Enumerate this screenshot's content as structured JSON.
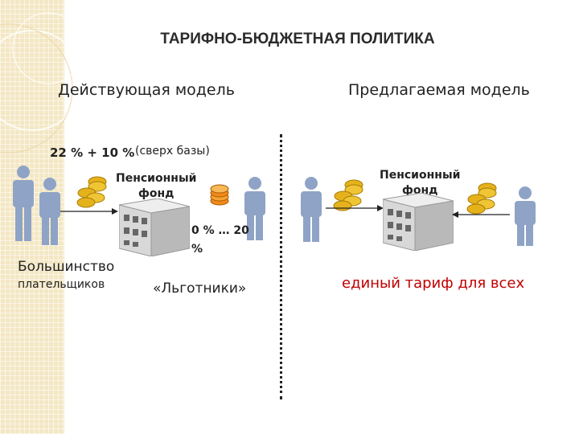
{
  "title": "ТАРИФНО-БЮДЖЕТНАЯ ПОЛИТИКА",
  "left_model": {
    "heading": "Действующая модель",
    "tariff": "22 % + 10 %",
    "tariff_note": "(сверх базы)",
    "fund_label_line1": "Пенсионный",
    "fund_label_line2": "фонд",
    "preferential_rate_line1": "0 % … 20",
    "preferential_rate_line2": "%",
    "majority_label": "Большинство",
    "payers_label": "плательщиков",
    "preferential_label": "«Льготники»"
  },
  "right_model": {
    "heading": "Предлагаемая модель",
    "fund_label_line1": "Пенсионный",
    "fund_label_line2": "фонд",
    "single_tariff": "единый тариф для всех"
  },
  "colors": {
    "person": "#8ea3c6",
    "coin": "#e5b21c",
    "building": "#d8d8d8",
    "accent_red": "#c00000",
    "strip": "#f3e7c4"
  }
}
